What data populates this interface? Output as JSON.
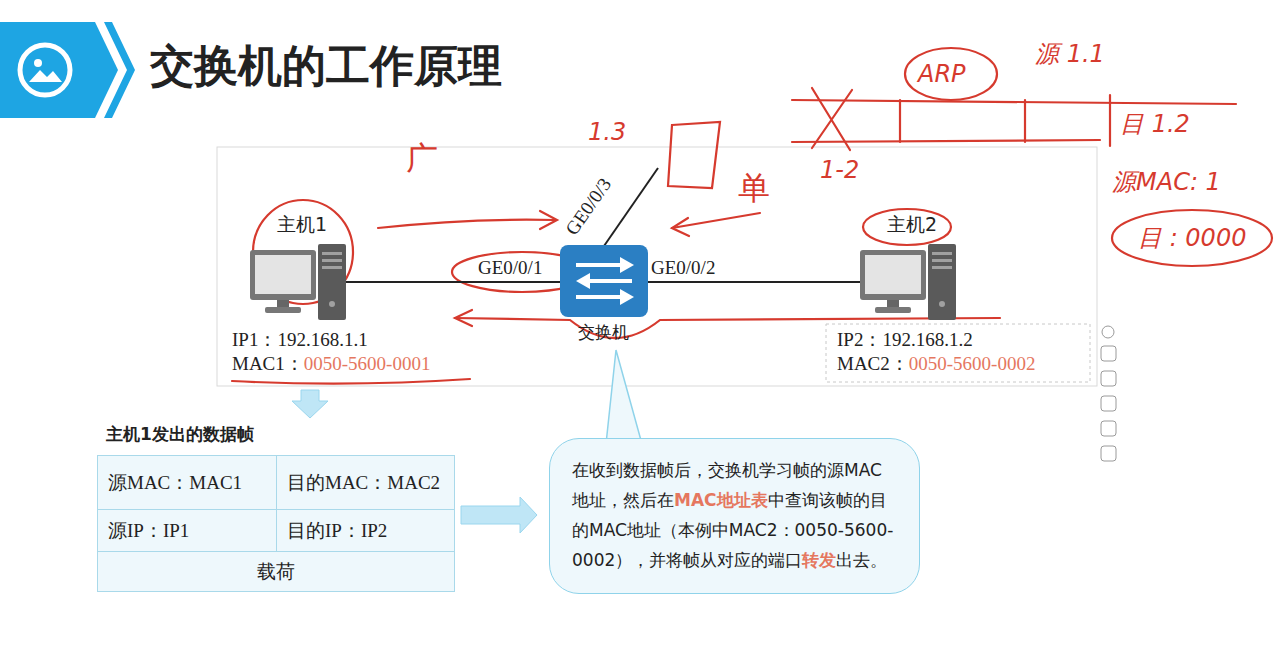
{
  "diagram": {
    "title": "交换机的工作原理",
    "nodes": [
      {
        "text": [
          "主机1",
          "IP1：192.168.1.1",
          "MAC1：",
          "0050-5600-0001"
        ]
      },
      {
        "text": [
          "交换机"
        ]
      },
      {
        "text": [
          "主机2",
          "IP2：192.168.1.2",
          "MAC2：",
          "0050-5600-0002"
        ]
      },
      {
        "text": [
          "主机1发出的数据帧"
        ]
      },
      {
        "text": [
          "源MAC：MAC1"
        ],
        "in": 3
      },
      {
        "text": [
          "目的MAC：MAC2"
        ],
        "in": 3
      },
      {
        "text": [
          "源IP：IP1"
        ],
        "in": 3
      },
      {
        "text": [
          "目的IP：IP2"
        ],
        "in": 3
      },
      {
        "text": [
          "载荷"
        ],
        "in": 3
      },
      {
        "text": [
          "在收到数据帧后，交换机学习帧的源MAC地址，然后在",
          "MAC地址表",
          "中查询该帧的目的MAC地址（本例中MAC2：0050-5600-0002），并将帧从对应的端口",
          "转发",
          "出去。"
        ]
      }
    ],
    "edges": [
      {
        "from": 0,
        "to": 1,
        "arrow": "none"
      },
      {
        "from": 1,
        "to": 2,
        "arrow": "none"
      },
      {
        "from": 0,
        "to": 3,
        "arrow": "to"
      },
      {
        "from": 3,
        "to": 9,
        "arrow": "to"
      }
    ],
    "labels": [
      "GE0/0/1",
      "GE0/0/2",
      "GE0/0/3",
      "ARP",
      "源 1.1",
      "目 1.2",
      "源MAC: 1",
      "目 : 0000",
      "1.3",
      "1-2",
      "单",
      "广"
    ]
  }
}
